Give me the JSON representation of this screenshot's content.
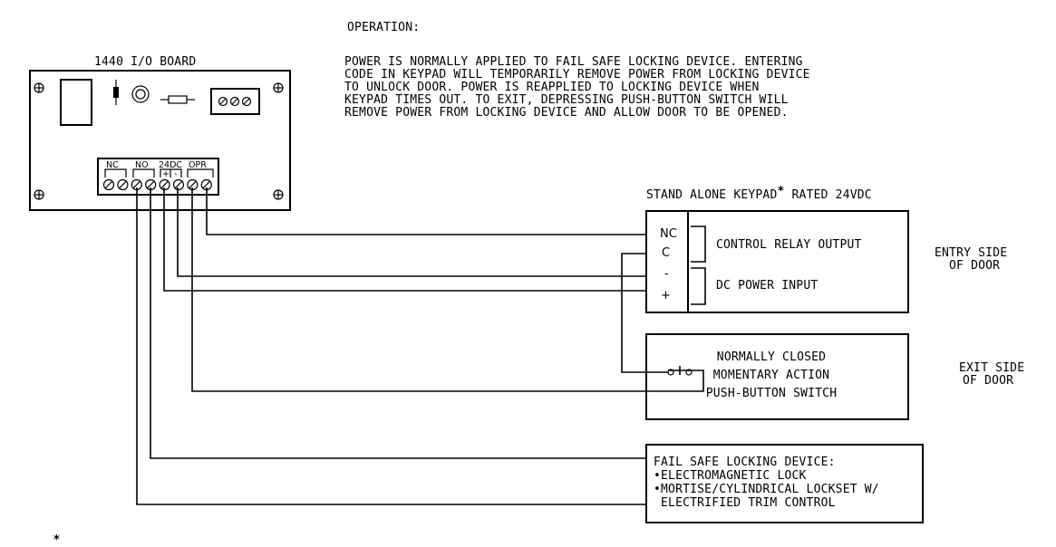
{
  "operation": {
    "heading": "OPERATION:",
    "lines": [
      "POWER IS NORMALLY APPLIED TO FAIL SAFE LOCKING DEVICE.  ENTERING",
      "CODE IN KEYPAD WILL TEMPORARILY REMOVE POWER FROM LOCKING DEVICE",
      "TO UNLOCK DOOR.  POWER IS REAPPLIED TO LOCKING DEVICE WHEN",
      "KEYPAD TIMES OUT.  TO EXIT, DEPRESSING PUSH-BUTTON SWITCH WILL",
      "REMOVE POWER FROM LOCKING DEVICE AND ALLOW DOOR TO BE OPENED."
    ]
  },
  "board": {
    "title": "1440 I/O BOARD",
    "terminal_labels": [
      "NC",
      "NO",
      "24DC",
      "OPR"
    ],
    "polarity": [
      "+",
      "-"
    ]
  },
  "keypad": {
    "title_main": "STAND ALONE KEYPAD",
    "title_star": "*",
    "title_rating": "RATED 24VDC",
    "terminals": [
      "NC",
      "C",
      "-",
      "+"
    ],
    "relay_label": "CONTROL RELAY OUTPUT",
    "power_label": "DC POWER INPUT",
    "side": [
      "ENTRY SIDE",
      "OF DOOR"
    ]
  },
  "switch": {
    "lines": [
      "NORMALLY CLOSED",
      "MOMENTARY ACTION",
      "PUSH-BUTTON SWITCH"
    ],
    "side": [
      "EXIT SIDE",
      "OF DOOR"
    ]
  },
  "lock": {
    "lines": [
      "FAIL SAFE LOCKING DEVICE:",
      "•ELECTROMAGNETIC LOCK",
      "•MORTISE/CYLINDRICAL LOCKSET W/",
      " ELECTRIFIED TRIM CONTROL"
    ]
  },
  "footnote_star": "*"
}
